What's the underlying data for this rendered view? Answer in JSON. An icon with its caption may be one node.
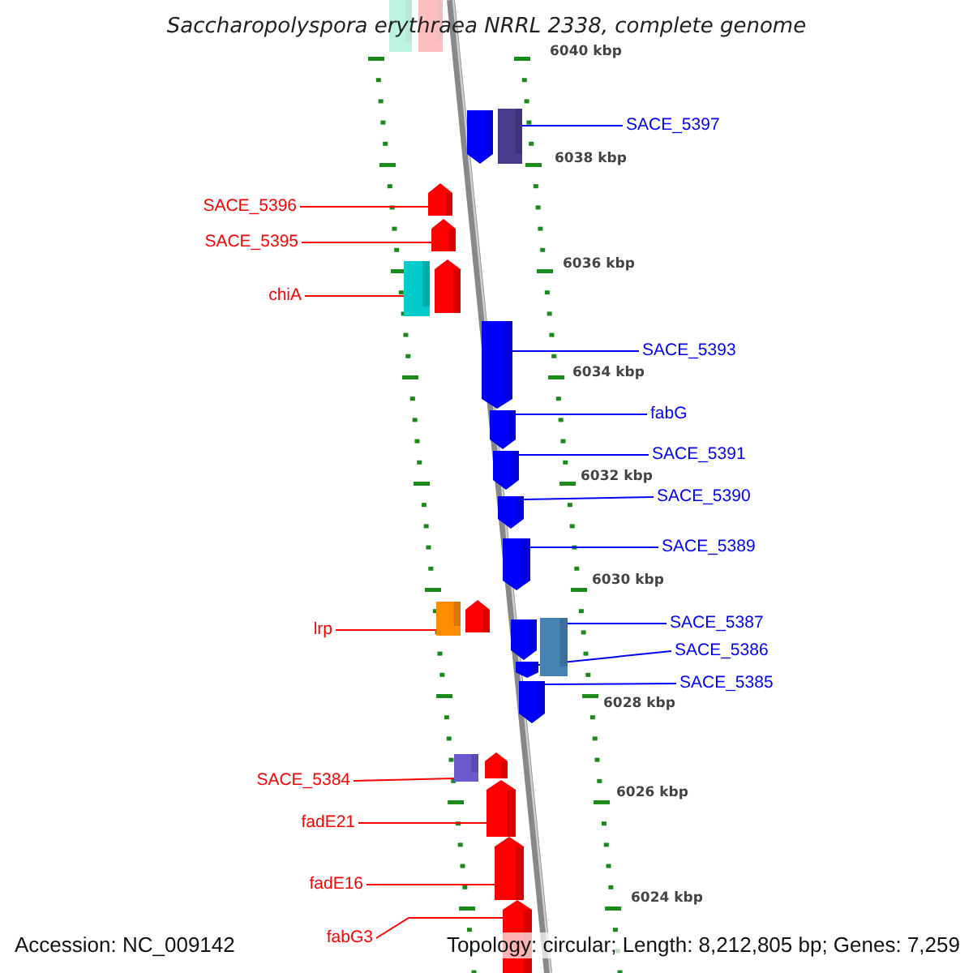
{
  "diagram": {
    "title": "Saccharopolyspora erythraea NRRL 2338, complete genome",
    "nodes": [
      {
        "text": [],
        "shape": "box"
      },
      {
        "text": [],
        "shape": "box"
      },
      {
        "text": [],
        "shape": "pentagon"
      },
      {
        "text": [],
        "shape": "box"
      },
      {
        "text": [
          "SACE_5397"
        ]
      },
      {
        "text": [],
        "shape": "pentagon"
      },
      {
        "text": [
          "SACE_5396"
        ]
      },
      {
        "text": [],
        "shape": "pentagon"
      },
      {
        "text": [
          "SACE_5395"
        ]
      },
      {
        "text": [],
        "shape": "box"
      },
      {
        "text": [],
        "shape": "pentagon"
      },
      {
        "text": [
          "chiA"
        ]
      },
      {
        "text": [],
        "shape": "pentagon"
      },
      {
        "text": [
          "SACE_5393"
        ]
      },
      {
        "text": [],
        "shape": "pentagon"
      },
      {
        "text": [
          "fabG"
        ]
      },
      {
        "text": [],
        "shape": "pentagon"
      },
      {
        "text": [
          "SACE_5391"
        ]
      },
      {
        "text": [],
        "shape": "pentagon"
      },
      {
        "text": [
          "SACE_5390"
        ]
      },
      {
        "text": [],
        "shape": "pentagon"
      },
      {
        "text": [
          "SACE_5389"
        ]
      },
      {
        "text": [],
        "shape": "box"
      },
      {
        "text": [],
        "shape": "pentagon"
      },
      {
        "text": [
          "lrp"
        ]
      },
      {
        "text": [],
        "shape": "pentagon"
      },
      {
        "text": [],
        "shape": "box"
      },
      {
        "text": [
          "SACE_5387"
        ]
      },
      {
        "text": [],
        "shape": "pentagon"
      },
      {
        "text": [
          "SACE_5386"
        ]
      },
      {
        "text": [],
        "shape": "pentagon"
      },
      {
        "text": [
          "SACE_5385"
        ]
      },
      {
        "text": [],
        "shape": "box"
      },
      {
        "text": [],
        "shape": "pentagon"
      },
      {
        "text": [
          "SACE_5384"
        ]
      },
      {
        "text": [],
        "shape": "pentagon"
      },
      {
        "text": [
          "fadE21"
        ]
      },
      {
        "text": [],
        "shape": "pentagon"
      },
      {
        "text": [
          "fadE16"
        ]
      },
      {
        "text": [],
        "shape": "pentagon"
      },
      {
        "text": [
          "fabG3"
        ]
      }
    ],
    "edges": [
      {
        "from": 4,
        "to": 3,
        "arrow": "none"
      },
      {
        "from": 6,
        "to": 5,
        "arrow": "none",
        "color": "#ff0000"
      },
      {
        "from": 8,
        "to": 7,
        "arrow": "none",
        "color": "#ff0000"
      },
      {
        "from": 11,
        "to": 9,
        "arrow": "none",
        "color": "#ff0000"
      },
      {
        "from": 13,
        "to": 12,
        "arrow": "none"
      },
      {
        "from": 15,
        "to": 14,
        "arrow": "none"
      },
      {
        "from": 17,
        "to": 16,
        "arrow": "none"
      },
      {
        "from": 19,
        "to": 18,
        "arrow": "none"
      },
      {
        "from": 21,
        "to": 20,
        "arrow": "none"
      },
      {
        "from": 24,
        "to": 22,
        "arrow": "none",
        "color": "#ff0000"
      },
      {
        "from": 27,
        "to": 26,
        "arrow": "none"
      },
      {
        "from": 29,
        "to": 28,
        "arrow": "none"
      },
      {
        "from": 31,
        "to": 30,
        "arrow": "none"
      },
      {
        "from": 34,
        "to": 32,
        "arrow": "none",
        "color": "#ff0000"
      },
      {
        "from": 36,
        "to": 35,
        "arrow": "none",
        "color": "#ff0000"
      },
      {
        "from": 38,
        "to": 37,
        "arrow": "none",
        "color": "#ff0000"
      },
      {
        "from": 40,
        "to": 39,
        "arrow": "none",
        "color": "#ff0000"
      }
    ],
    "labels": [
      "6040 kbp",
      "6038 kbp",
      "6036 kbp",
      "6034 kbp",
      "6032 kbp",
      "6030 kbp",
      "6028 kbp",
      "6026 kbp",
      "6024 kbp",
      "Accession: NC_009142",
      "Topology: circular; Length: 8,212,805 bp; Genes: 7,259"
    ]
  }
}
